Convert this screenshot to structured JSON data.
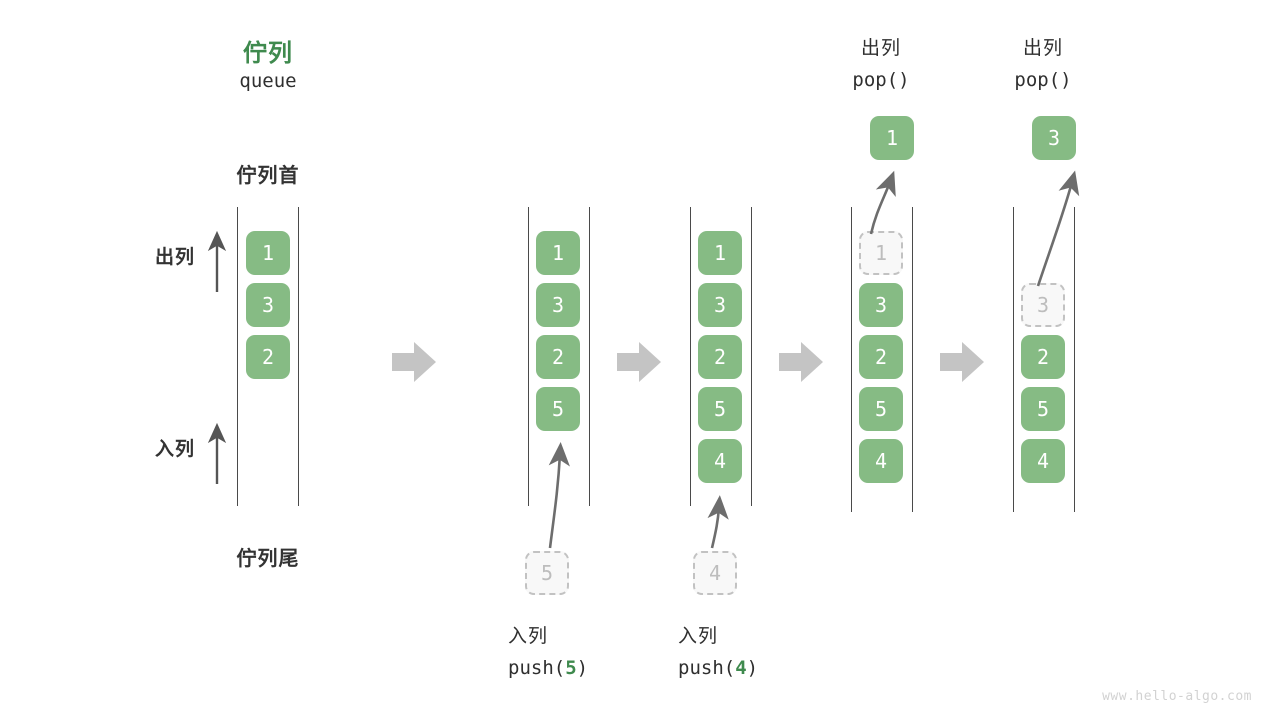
{
  "diagram": {
    "title_zh": "佇列",
    "title_en": "queue",
    "head_label": "佇列首",
    "tail_label": "佇列尾",
    "dequeue_label": "出列",
    "enqueue_label": "入列",
    "watermark": "www.hello-algo.com",
    "accent_color": "#3f8a4e",
    "cell_color": "#86bb84",
    "ghost_color": "#f8f8f8",
    "rail_color": "#4a4a4a",
    "flow_arrow_color": "#c4c4c4"
  },
  "columns": [
    {
      "id": "state-initial",
      "cells": [
        "1",
        "3",
        "2"
      ],
      "ghost_top": null,
      "ghost_bottom": null
    },
    {
      "id": "state-after-push-5",
      "cells": [
        "1",
        "3",
        "2",
        "5"
      ],
      "ghost_bottom": "5",
      "caption_zh": "入列",
      "caption_code_prefix": "push(",
      "caption_code_num": "5",
      "caption_code_suffix": ")"
    },
    {
      "id": "state-after-push-4",
      "cells": [
        "1",
        "3",
        "2",
        "5",
        "4"
      ],
      "ghost_bottom": "4",
      "caption_zh": "入列",
      "caption_code_prefix": "push(",
      "caption_code_num": "4",
      "caption_code_suffix": ")"
    },
    {
      "id": "state-after-pop-1",
      "cells": [
        "3",
        "2",
        "5",
        "4"
      ],
      "ghost_slot_index": 0,
      "ghost_value": "1",
      "popped_value": "1",
      "caption_zh": "出列",
      "caption_code": "pop()"
    },
    {
      "id": "state-after-pop-3",
      "cells": [
        "2",
        "5",
        "4"
      ],
      "ghost_slot_index": 1,
      "ghost_value": "3",
      "popped_value": "3",
      "caption_zh": "出列",
      "caption_code": "pop()"
    }
  ],
  "flow_arrows": [
    "flow-1",
    "flow-2",
    "flow-3",
    "flow-4"
  ]
}
